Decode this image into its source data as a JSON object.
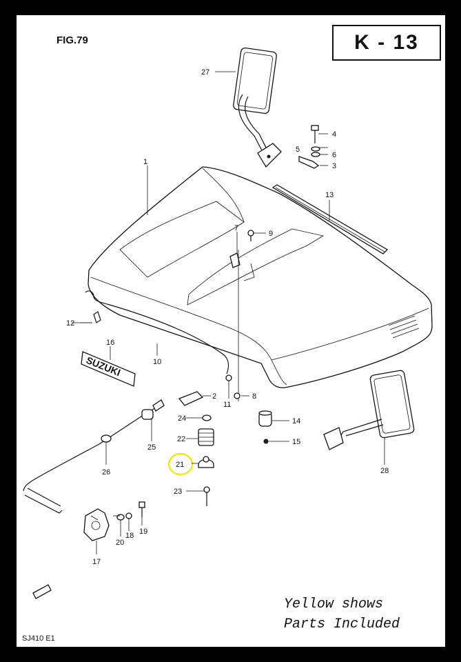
{
  "figure_title": "FIG.79",
  "page_code": "K - 13",
  "model_code": "SJ410  E1",
  "note": {
    "line1": "Yellow shows",
    "line2": "Parts Included"
  },
  "highlight_color": "#f2e600",
  "highlighted_part": "21",
  "emblem_text": "SUZUKI",
  "callouts": [
    {
      "id": "c27",
      "num": "27"
    },
    {
      "id": "c4",
      "num": "4"
    },
    {
      "id": "c5",
      "num": "5"
    },
    {
      "id": "c6",
      "num": "6"
    },
    {
      "id": "c3",
      "num": "3"
    },
    {
      "id": "c1",
      "num": "1"
    },
    {
      "id": "c13",
      "num": "13"
    },
    {
      "id": "c7",
      "num": "7"
    },
    {
      "id": "c9",
      "num": "9"
    },
    {
      "id": "c12",
      "num": "12"
    },
    {
      "id": "c16",
      "num": "16"
    },
    {
      "id": "c10",
      "num": "10"
    },
    {
      "id": "c2",
      "num": "2"
    },
    {
      "id": "c11",
      "num": "11"
    },
    {
      "id": "c8",
      "num": "8"
    },
    {
      "id": "c24",
      "num": "24"
    },
    {
      "id": "c14",
      "num": "14"
    },
    {
      "id": "c25",
      "num": "25"
    },
    {
      "id": "c22",
      "num": "22"
    },
    {
      "id": "c15",
      "num": "15"
    },
    {
      "id": "c26",
      "num": "26"
    },
    {
      "id": "c21",
      "num": "21"
    },
    {
      "id": "c28",
      "num": "28"
    },
    {
      "id": "c23",
      "num": "23"
    },
    {
      "id": "c19",
      "num": "19"
    },
    {
      "id": "c18",
      "num": "18"
    },
    {
      "id": "c20",
      "num": "20"
    },
    {
      "id": "c17",
      "num": "17"
    }
  ]
}
